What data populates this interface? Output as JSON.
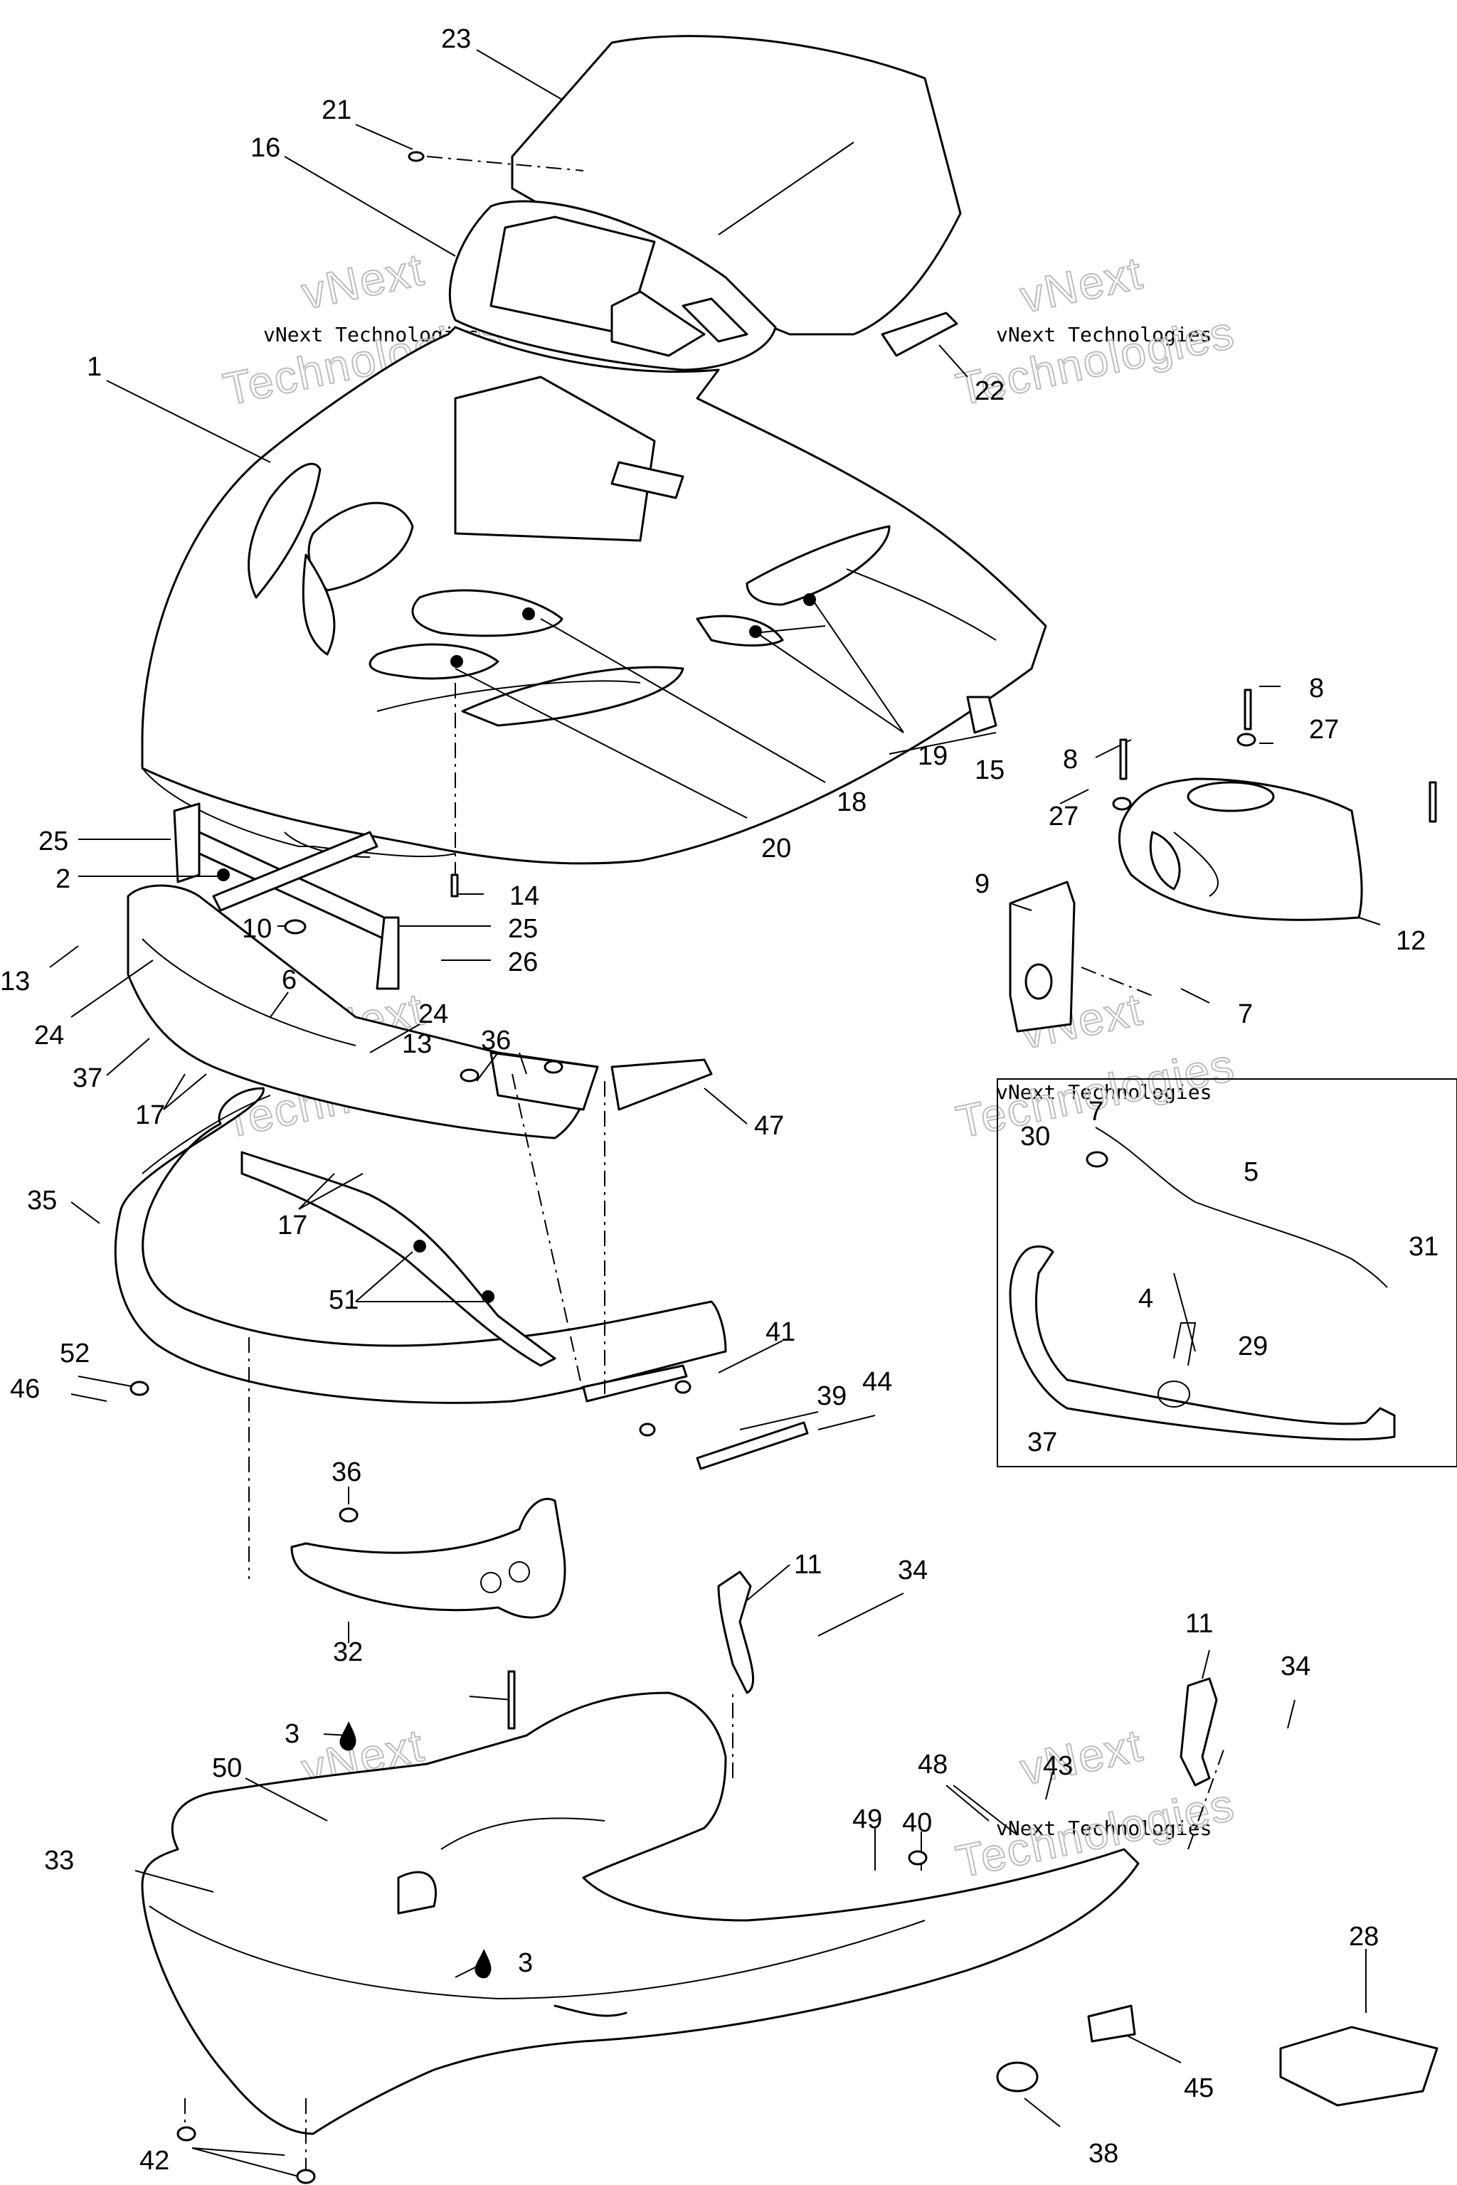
{
  "watermark": {
    "line1": "vNext",
    "line2": "vNext Technologies",
    "line3": "Technologies"
  },
  "callouts": [
    "23",
    "21",
    "16",
    "1",
    "22",
    "8",
    "27",
    "8",
    "27",
    "9",
    "12",
    "7",
    "15",
    "19",
    "18",
    "20",
    "25",
    "2",
    "14",
    "10",
    "25",
    "26",
    "13",
    "6",
    "24",
    "24",
    "13",
    "36",
    "37",
    "17",
    "47",
    "17",
    "35",
    "51",
    "7",
    "30",
    "5",
    "31",
    "4",
    "29",
    "37",
    "52",
    "46",
    "41",
    "39",
    "44",
    "36",
    "32",
    "11",
    "34",
    "11",
    "34",
    "3",
    "50",
    "48",
    "43",
    "33",
    "49",
    "40",
    "3",
    "28",
    "45",
    "38",
    "42"
  ]
}
